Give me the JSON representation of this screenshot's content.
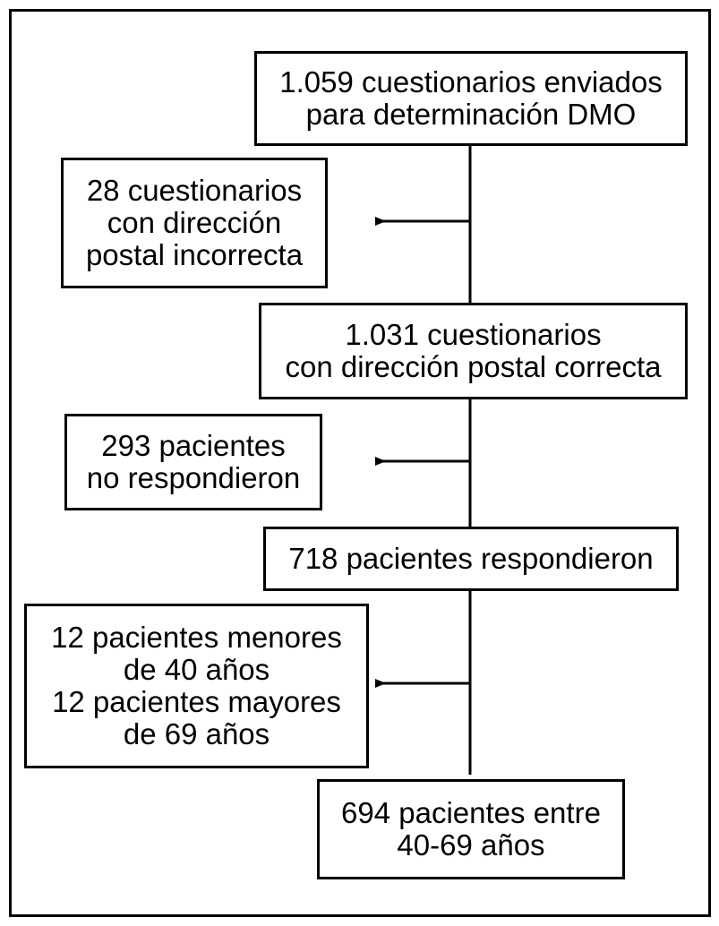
{
  "flowchart": {
    "boxes": [
      {
        "id": "sent",
        "lines": [
          "1.059 cuestionarios enviados",
          "para determinación DMO"
        ]
      },
      {
        "id": "wrong-address",
        "lines": [
          "28 cuestionarios",
          "con dirección",
          "postal incorrecta"
        ]
      },
      {
        "id": "correct-address",
        "lines": [
          "1.031 cuestionarios",
          "con dirección postal correcta"
        ]
      },
      {
        "id": "no-response",
        "lines": [
          "293 pacientes",
          "no respondieron"
        ]
      },
      {
        "id": "responded",
        "lines": [
          "718 pacientes respondieron"
        ]
      },
      {
        "id": "excluded-age",
        "lines": [
          "12 pacientes menores",
          "de 40 años",
          "12 pacientes mayores",
          "de 69 años"
        ]
      },
      {
        "id": "final",
        "lines": [
          "694 pacientes entre",
          "40-69 años"
        ]
      }
    ],
    "connector_color": "#000000"
  }
}
